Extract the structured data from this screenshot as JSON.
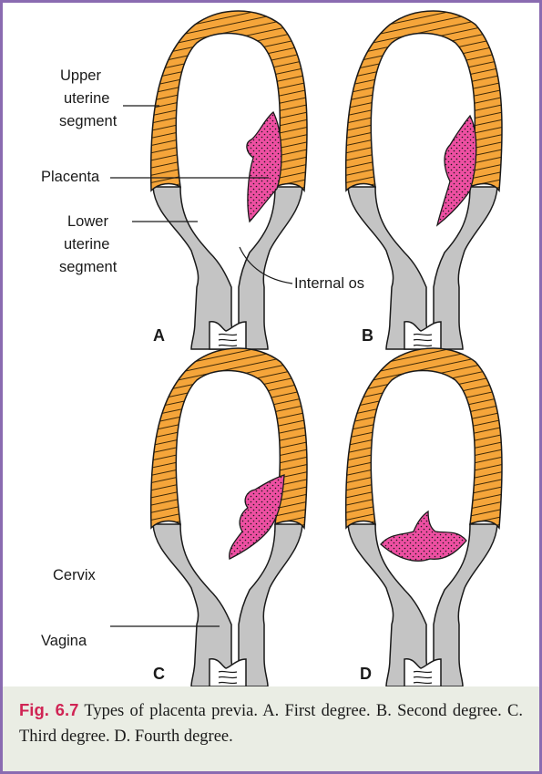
{
  "labels": {
    "upper": [
      "Upper",
      "uterine",
      "segment"
    ],
    "placenta": "Placenta",
    "lower": [
      "Lower",
      "uterine",
      "segment"
    ],
    "internal_os": "Internal os",
    "cervix": "Cervix",
    "vagina": "Vagina"
  },
  "panels": [
    "A",
    "B",
    "C",
    "D"
  ],
  "caption": {
    "fig_no": "Fig. 6.7",
    "text": " Types of placenta previa. A. First degree. B. Second degree. C. Third degree. D. Fourth degree."
  },
  "colors": {
    "upper_segment": "#f5a53a",
    "lower_segment": "#c4c4c4",
    "placenta": "#ee4fa2",
    "frame": "#8a6bb1",
    "caption_bg": "#eaede4",
    "fig_no": "#d02454"
  }
}
